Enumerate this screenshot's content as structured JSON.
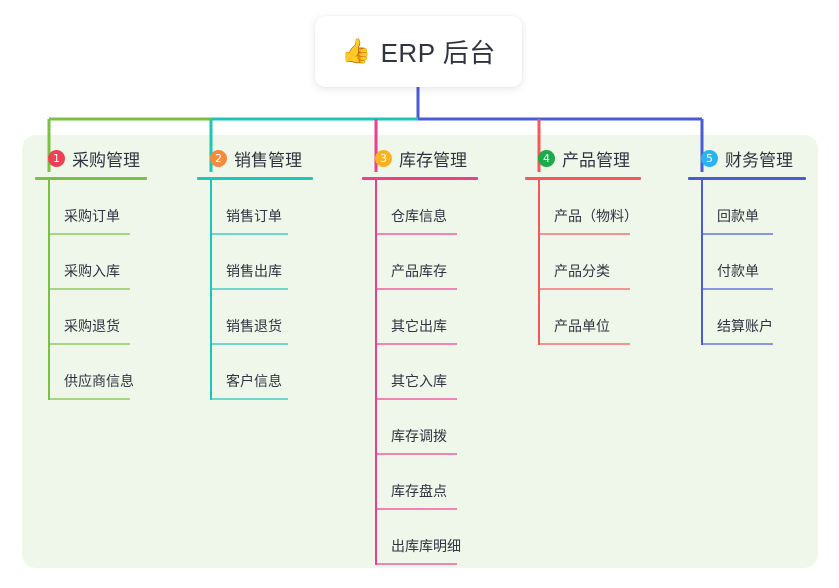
{
  "diagram": {
    "type": "mind-map",
    "title": "ERP 后台",
    "root": {
      "label": "ERP 后台",
      "emoji": "👍",
      "emoji_name": "thumbs-up-emoji"
    },
    "panel_color": "#eef7e9",
    "branches": [
      {
        "number": "1",
        "title": "采购管理",
        "color": "#7ac143",
        "badge_color": "#ef4056",
        "items": [
          "采购订单",
          "采购入库",
          "采购退货",
          "供应商信息"
        ]
      },
      {
        "number": "2",
        "title": "销售管理",
        "color": "#1ec6b6",
        "badge_color": "#f58a3c",
        "items": [
          "销售订单",
          "销售出库",
          "销售退货",
          "客户信息"
        ]
      },
      {
        "number": "3",
        "title": "库存管理",
        "color": "#ee3f8f",
        "badge_color": "#f7b322",
        "items": [
          "仓库信息",
          "产品库存",
          "其它出库",
          "其它入库",
          "库存调拨",
          "库存盘点",
          "出库库明细"
        ]
      },
      {
        "number": "4",
        "title": "产品管理",
        "color": "#f4575c",
        "badge_color": "#1aab4b",
        "items": [
          "产品（物料）",
          "产品分类",
          "产品单位"
        ]
      },
      {
        "number": "5",
        "title": "财务管理",
        "color": "#4a5bd6",
        "badge_color": "#2bb3ef",
        "items": [
          "回款单",
          "付款单",
          "结算账户"
        ]
      }
    ]
  }
}
